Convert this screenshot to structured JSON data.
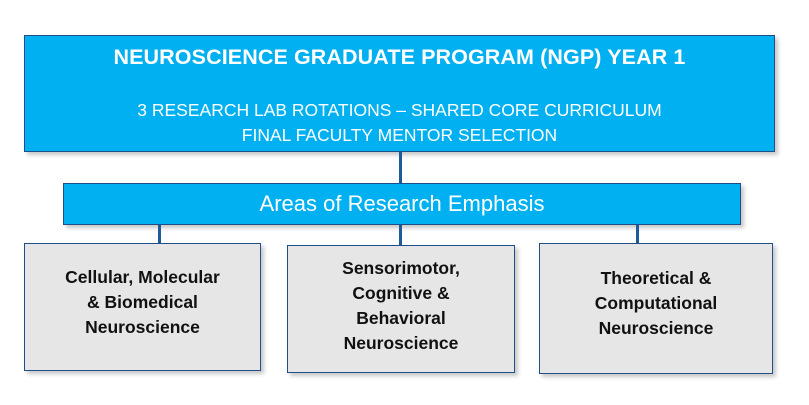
{
  "diagram": {
    "type": "org-chart",
    "top_box": {
      "title": "NEUROSCIENCE GRADUATE PROGRAM (NGP) YEAR 1",
      "subtitle_lines": [
        "3 RESEARCH LAB ROTATIONS – SHARED CORE CURRICULUM",
        "FINAL FACULTY MENTOR SELECTION"
      ]
    },
    "middle_bar": {
      "label": "Areas of Research Emphasis"
    },
    "leaves": [
      {
        "lines": [
          "Cellular, Molecular",
          "& Biomedical",
          "Neuroscience"
        ]
      },
      {
        "lines": [
          "Sensorimotor,",
          "Cognitive &",
          "Behavioral",
          "Neuroscience"
        ]
      },
      {
        "lines": [
          "Theoretical &",
          "Computational",
          "Neuroscience"
        ]
      }
    ],
    "colors": {
      "primary_fill": "#00b0f0",
      "leaf_fill": "#e6e6e6",
      "border": "#1f4e89",
      "connector": "#1f5a9a",
      "primary_text": "#ffffff",
      "leaf_text": "#111111"
    }
  }
}
